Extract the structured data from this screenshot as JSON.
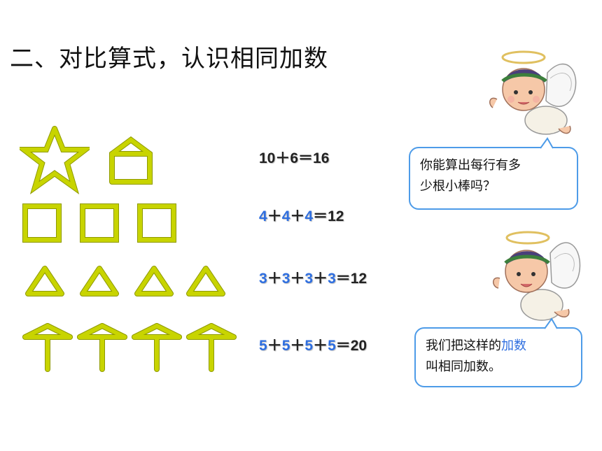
{
  "title": "二、对比算式，认识相同加数",
  "equations": [
    {
      "parts": [
        "10",
        "＋",
        "6",
        "＝",
        "16"
      ],
      "colored": []
    },
    {
      "parts": [
        "4",
        "＋",
        "4",
        "＋",
        "4",
        "＝",
        "12"
      ],
      "colored": [
        0,
        2,
        4
      ]
    },
    {
      "parts": [
        "3",
        "＋",
        "3",
        "＋",
        "3",
        "＋",
        "3",
        "＝",
        "12"
      ],
      "colored": [
        0,
        2,
        4,
        6
      ]
    },
    {
      "parts": [
        "5",
        "＋",
        "5",
        "＋",
        "5",
        "＋",
        "5",
        "＝",
        "20"
      ],
      "colored": [
        0,
        2,
        4,
        6
      ]
    }
  ],
  "bubble1": {
    "line1": "你能算出每行有多",
    "line2": "少根小棒吗？"
  },
  "bubble2": {
    "pre": "我们把这样的",
    "highlight": "加数",
    "line2": "叫相同加数。"
  },
  "colors": {
    "stick": "#c8d400",
    "stick_edge": "#8f9a00",
    "accent": "#2f6fe0",
    "bubble_border": "#4d9be8"
  }
}
